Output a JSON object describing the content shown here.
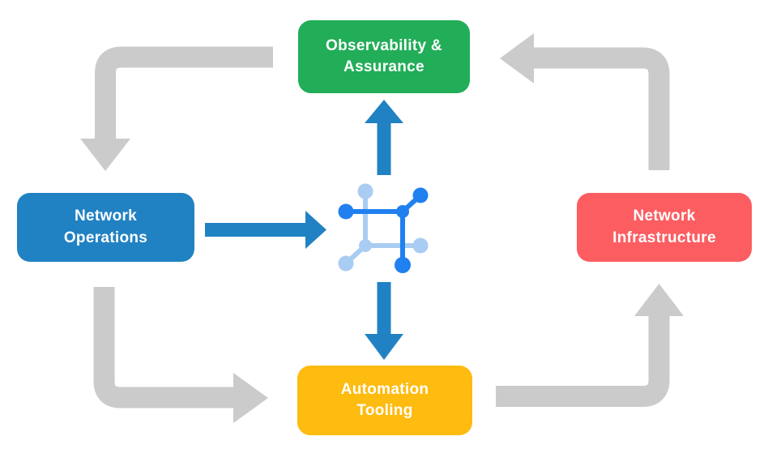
{
  "colors": {
    "background": "#ffffff",
    "label_text": "#ffffff",
    "green": "#22ad58",
    "blue": "#2182c3",
    "red": "#fc5d61",
    "yellow": "#febb10",
    "arrow_gray": "#cbcbcb",
    "flow_blue": "#2182c3",
    "icon_dark_blue": "#2080ef",
    "icon_light_blue": "#a9ccf3"
  },
  "nodes": {
    "observability": {
      "label": "Observability &\nAssurance",
      "color": "#22ad58"
    },
    "operations": {
      "label": "Network\nOperations",
      "color": "#2182c3"
    },
    "infrastructure": {
      "label": "Network\nInfrastructure",
      "color": "#fc5d61"
    },
    "automation": {
      "label": "Automation\nTooling",
      "color": "#febb10"
    }
  },
  "center_icon": {
    "name": "network-platform-icon"
  },
  "edges": {
    "cycle": [
      {
        "from": "observability",
        "to": "operations",
        "style": "gray-elbow-arrow"
      },
      {
        "from": "operations",
        "to": "automation",
        "style": "gray-elbow-arrow"
      },
      {
        "from": "automation",
        "to": "infrastructure",
        "style": "gray-elbow-arrow"
      },
      {
        "from": "infrastructure",
        "to": "observability",
        "style": "gray-elbow-arrow"
      }
    ],
    "flows": [
      {
        "from": "operations",
        "to": "center-icon",
        "style": "blue-straight-arrow"
      },
      {
        "from": "center-icon",
        "to": "observability",
        "style": "blue-straight-arrow"
      },
      {
        "from": "center-icon",
        "to": "automation",
        "style": "blue-straight-arrow"
      }
    ]
  }
}
